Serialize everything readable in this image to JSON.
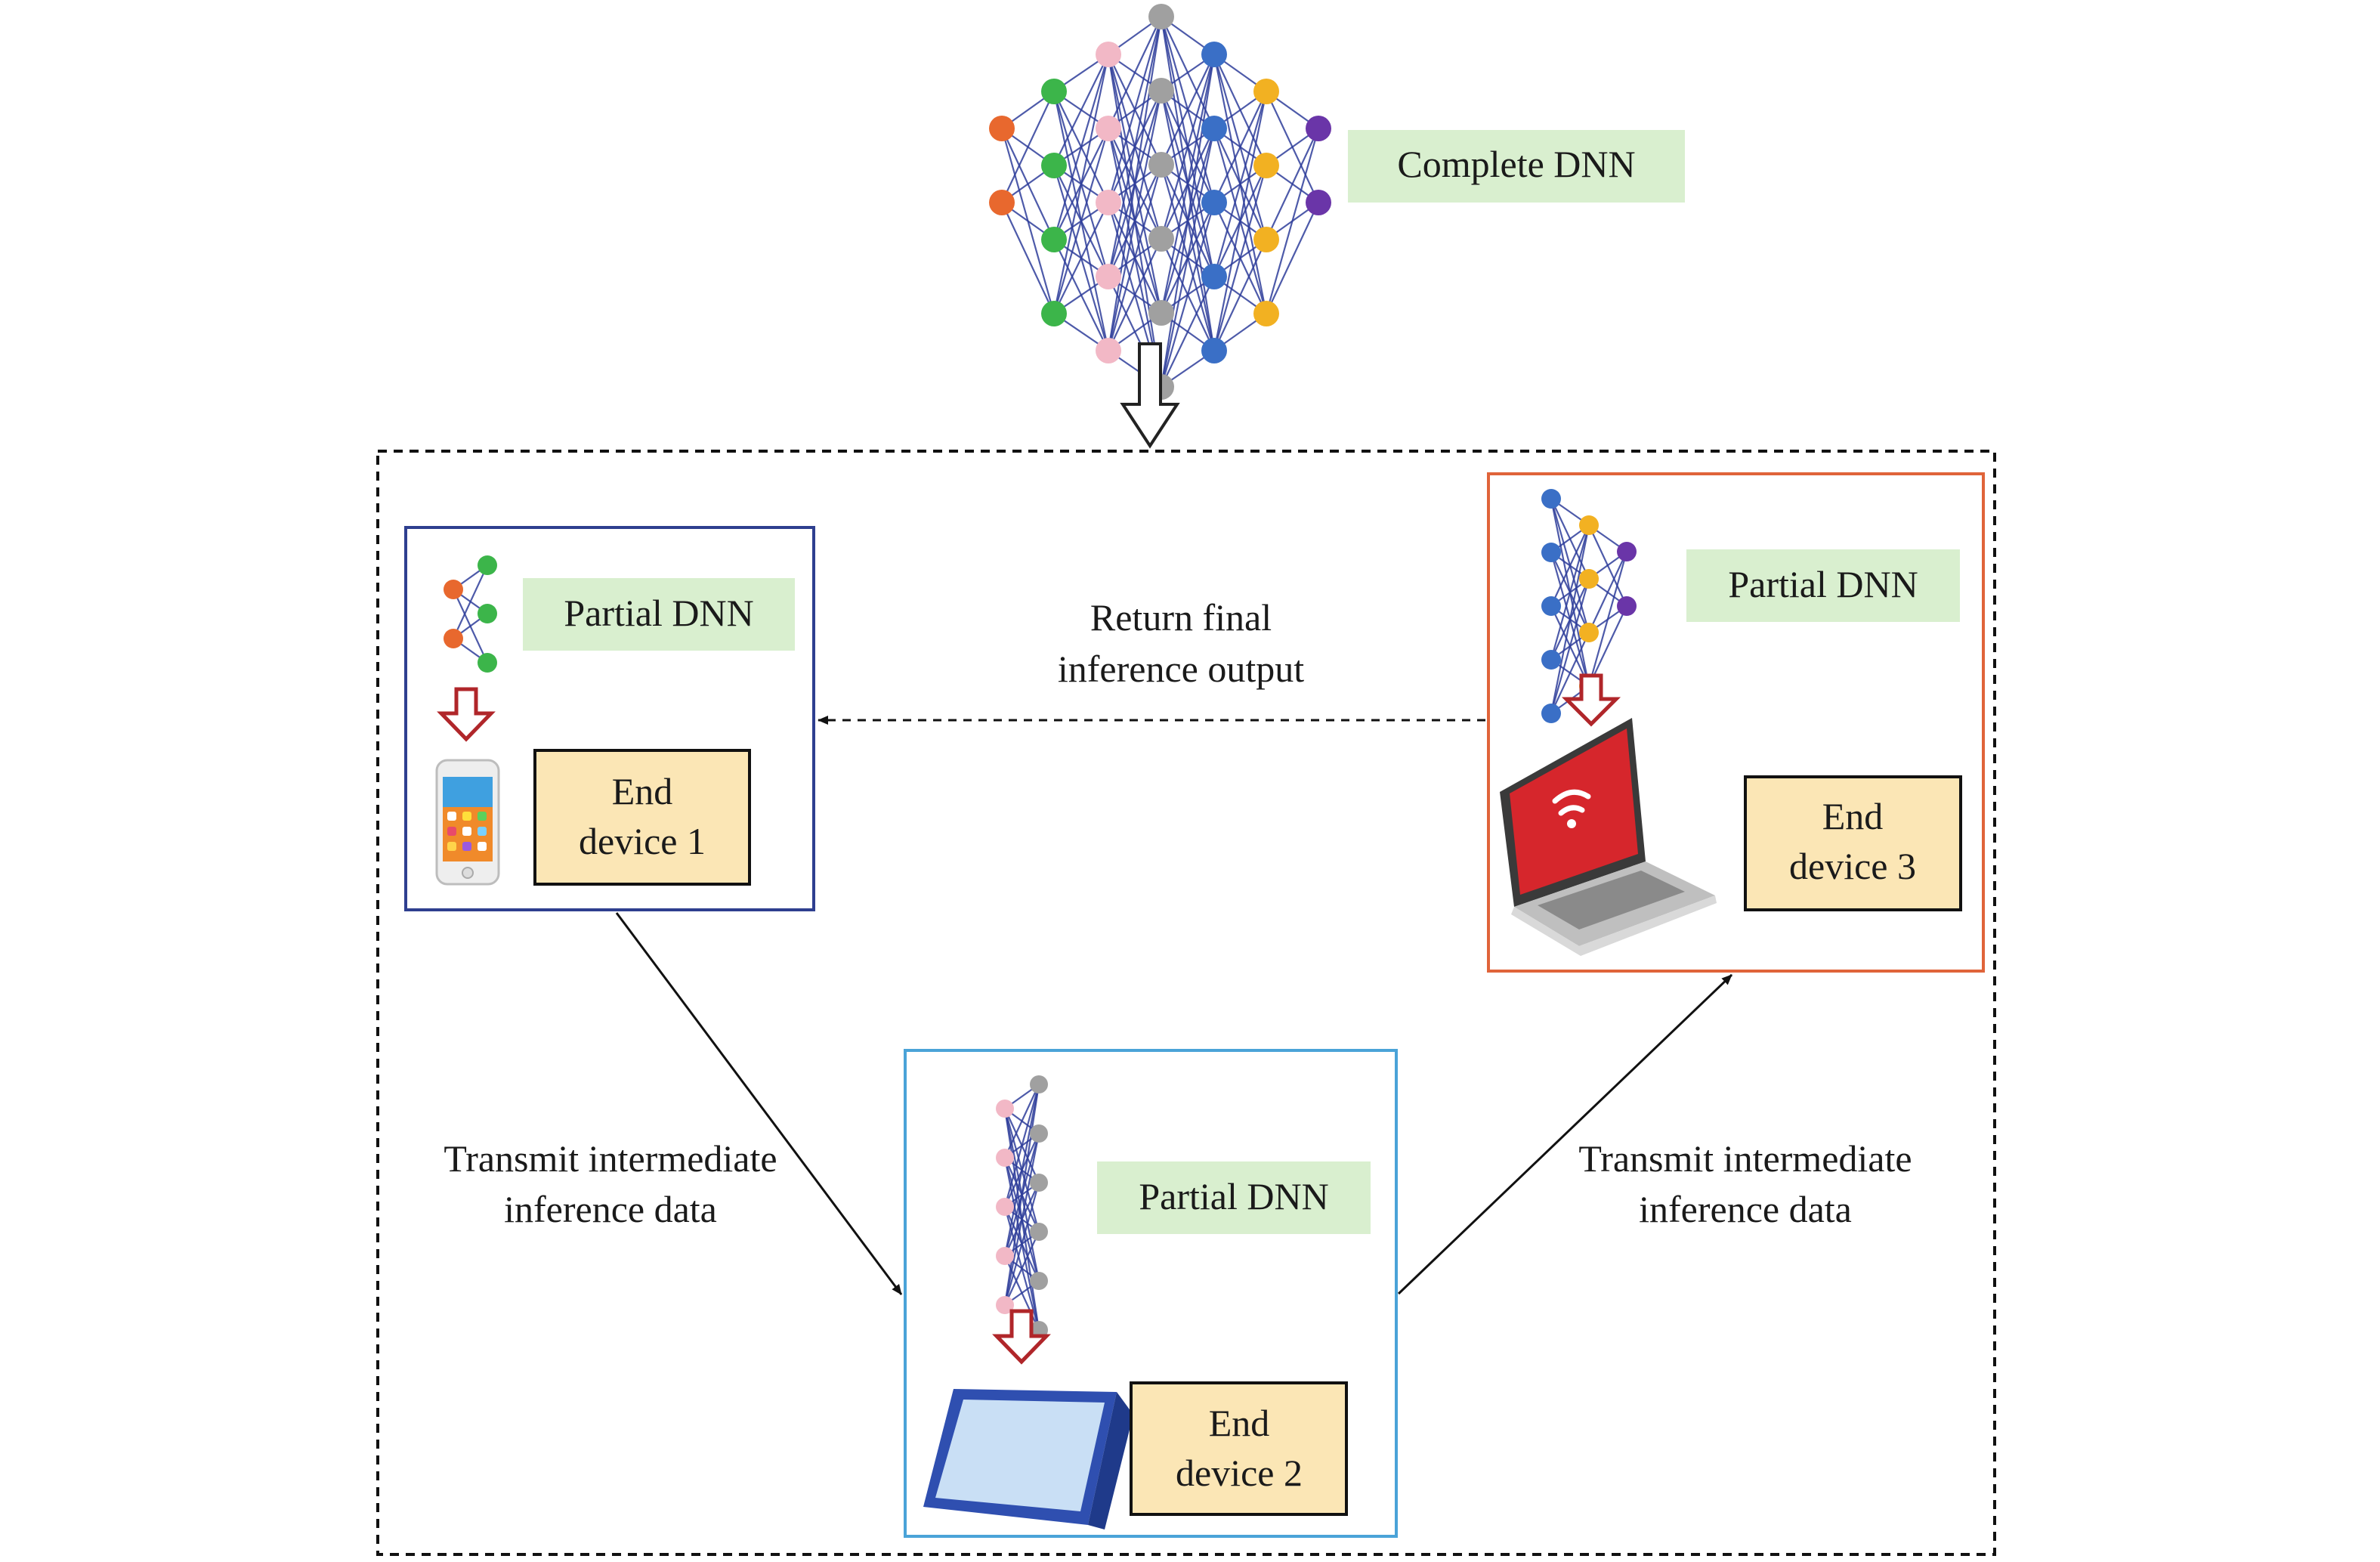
{
  "complete_dnn": {
    "label": "Complete DNN"
  },
  "devices": [
    {
      "partial_label": "Partial DNN",
      "end_line1": "End",
      "end_line2": "device 1",
      "device_icon": "smartphone-icon"
    },
    {
      "partial_label": "Partial DNN",
      "end_line1": "End",
      "end_line2": "device 2",
      "device_icon": "tablet-icon"
    },
    {
      "partial_label": "Partial DNN",
      "end_line1": "End",
      "end_line2": "device 3",
      "device_icon": "laptop-icon"
    }
  ],
  "arrows": {
    "to_device2": {
      "line1": "Transmit intermediate",
      "line2": "inference data"
    },
    "to_device3": {
      "line1": "Transmit intermediate",
      "line2": "inference data"
    },
    "return": {
      "line1": "Return final",
      "line2": "inference output"
    }
  },
  "colors": {
    "orange": "#e8682e",
    "green": "#3cb54a",
    "pink": "#f2b8c6",
    "gray": "#a0a0a0",
    "blue": "#3a6fc6",
    "yellow": "#f2b122",
    "purple": "#6a35a8",
    "edge": "#2e3d9a",
    "label_green": "#d9efcf",
    "end_yellow": "#fbe6b5",
    "device1_border": "#2e3f8f",
    "device2_border": "#4aa3d8",
    "device3_border": "#e0643a",
    "down_arrow_red": "#b0262a"
  }
}
